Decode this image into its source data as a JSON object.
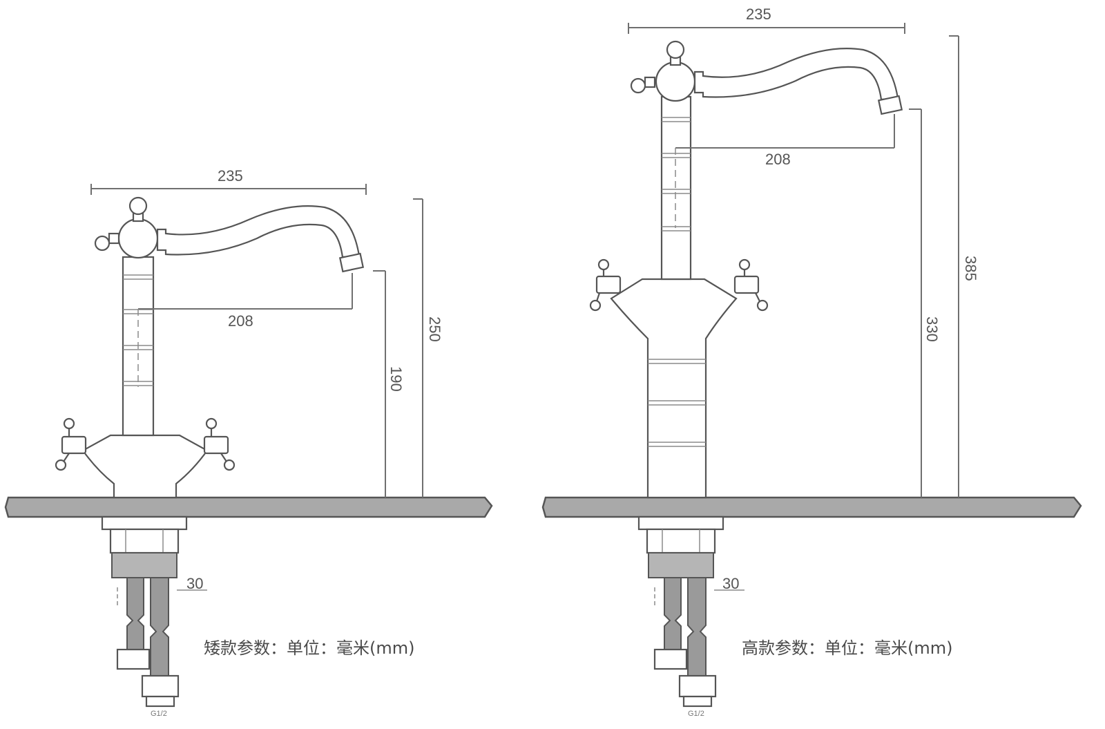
{
  "low_model": {
    "dim_spout_width": "235",
    "dim_spout_reach": "208",
    "dim_total_height": "250",
    "dim_outlet_height": "190",
    "dim_thread": "30",
    "dim_connector": "G1/2",
    "caption": "矮款参数：单位：毫米(mm)"
  },
  "high_model": {
    "dim_spout_width": "235",
    "dim_spout_reach": "208",
    "dim_total_height": "385",
    "dim_outlet_height": "330",
    "dim_thread": "30",
    "dim_connector": "G1/2",
    "caption": "高款参数：单位：毫米(mm)"
  },
  "colors": {
    "line": "#6f6f6f",
    "deck_fill": "#a9a9a9",
    "background": "#ffffff"
  }
}
